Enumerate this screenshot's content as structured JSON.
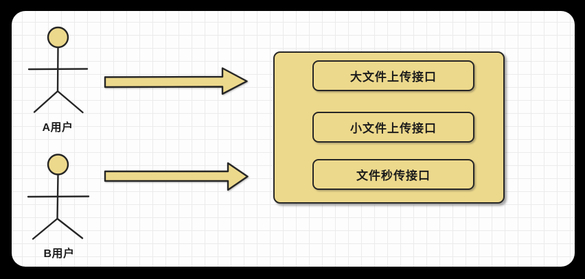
{
  "diagram": {
    "actors": [
      {
        "label": "A用户"
      },
      {
        "label": "B用户"
      }
    ],
    "system": {
      "boxes": [
        {
          "label": "大文件上传接口"
        },
        {
          "label": "小文件上传接口"
        },
        {
          "label": "文件秒传接口"
        }
      ]
    },
    "colors": {
      "shape_fill": "#edd98c",
      "shape_stroke": "#262626",
      "canvas_background": "#fdfdfd",
      "grid_line": "#ebebeb",
      "frame_background": "#000000",
      "text": "#1c1c1c"
    }
  }
}
